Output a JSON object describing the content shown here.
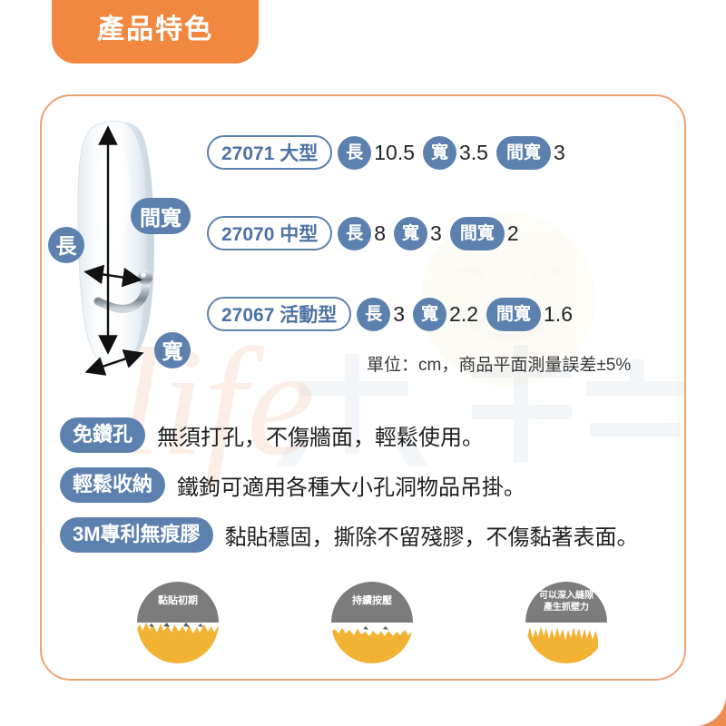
{
  "header": {
    "title": "產品特色",
    "tab_color": "#f2873f",
    "frame_color": "#ee8b4f"
  },
  "colors": {
    "badge_blue": "#5c81ae",
    "pill_border_blue": "#5c81ae",
    "pill_text_blue": "#4b73a4",
    "orange": "#ee8b4f",
    "circle_gray": "#7c7c7c",
    "circle_yellow": "#f2b233"
  },
  "diagram": {
    "labels": {
      "length": "長",
      "gap_width": "間寬",
      "width": "寬"
    }
  },
  "spec_table": {
    "rows": [
      {
        "model": "27071 大型",
        "length_label": "長",
        "length": "10.5",
        "width_label": "寬",
        "width": "3.5",
        "gap_label": "間寬",
        "gap": "3"
      },
      {
        "model": "27070 中型",
        "length_label": "長",
        "length": "8",
        "width_label": "寬",
        "width": "3",
        "gap_label": "間寬",
        "gap": "2"
      },
      {
        "model": "27067 活動型",
        "length_label": "長",
        "length": "3",
        "width_label": "寬",
        "width": "2.2",
        "gap_label": "間寬",
        "gap": "1.6"
      }
    ],
    "unit_note": "單位：cm，商品平面測量誤差±5%"
  },
  "features": [
    {
      "tag": "免鑽孔",
      "text": "無須打孔，不傷牆面，輕鬆使用。"
    },
    {
      "tag": "輕鬆收納",
      "text": "鐵鉤可適用各種大小孔洞物品吊掛。"
    },
    {
      "tag": "3M專利無痕膠",
      "text": "黏貼穩固，撕除不留殘膠，不傷黏著表面。"
    }
  ],
  "adhesive_steps": [
    {
      "label": "黏貼初期",
      "label2": ""
    },
    {
      "label": "持續按壓",
      "label2": ""
    },
    {
      "label": "可以深入縫隙",
      "label2": "產生抓壁力"
    }
  ],
  "watermark": {
    "text": "life"
  }
}
